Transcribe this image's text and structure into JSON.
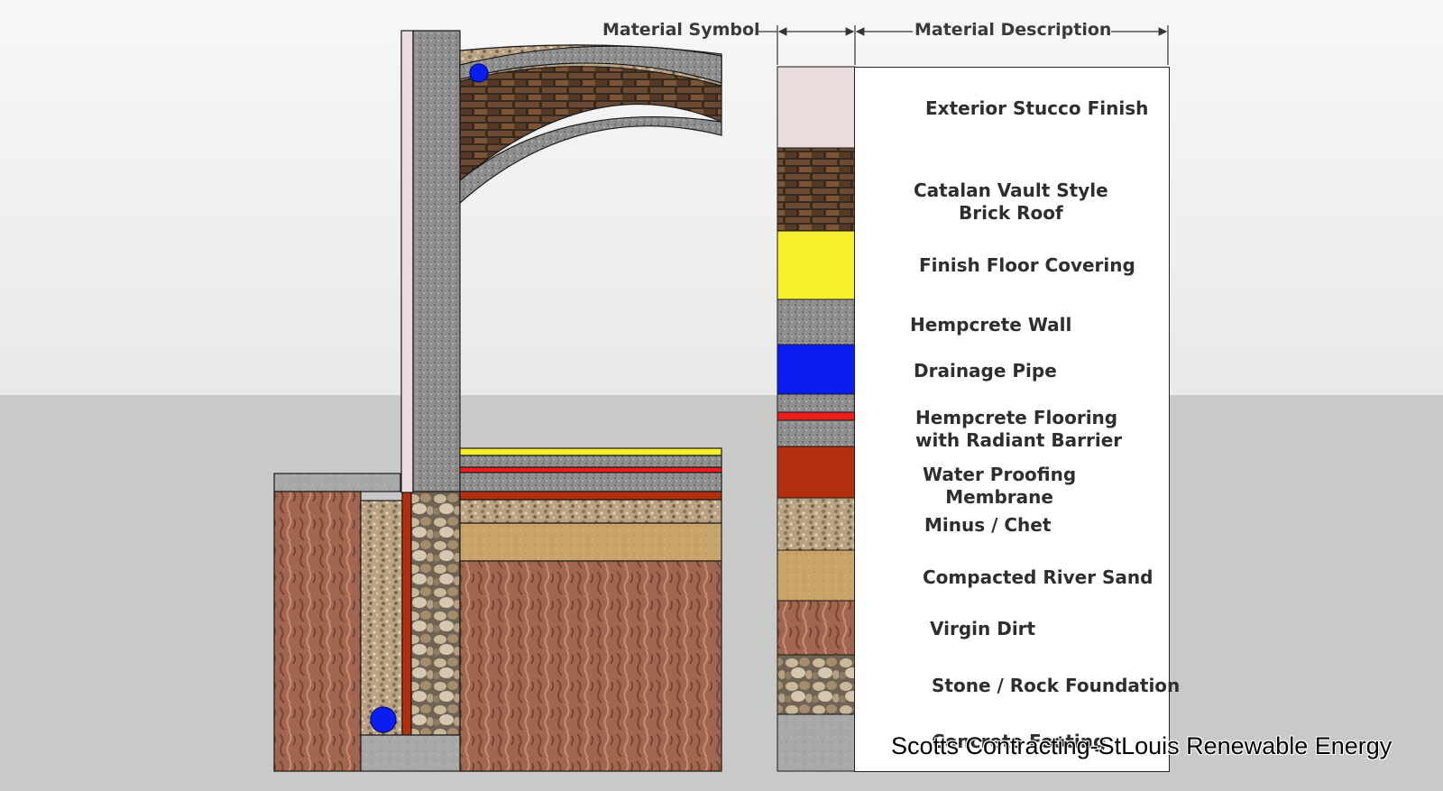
{
  "headers": {
    "material_symbol": "Material Symbol",
    "material_description": "Material Description"
  },
  "materials": [
    {
      "key": "stucco",
      "line1": "Exterior Stucco Finish",
      "line2": ""
    },
    {
      "key": "brick",
      "line1": "Catalan Vault Style",
      "line2": "Brick Roof"
    },
    {
      "key": "floor_covering",
      "line1": "Finish Floor Covering",
      "line2": ""
    },
    {
      "key": "hempcrete_wall",
      "line1": "Hempcrete Wall",
      "line2": ""
    },
    {
      "key": "drainage_pipe",
      "line1": "Drainage Pipe",
      "line2": ""
    },
    {
      "key": "hempcrete_flooring",
      "line1": "Hempcrete Flooring",
      "line2": "with Radiant Barrier"
    },
    {
      "key": "waterproofing",
      "line1": "Water Proofing",
      "line2": "Membrane"
    },
    {
      "key": "minus_chet",
      "line1": "Minus / Chet",
      "line2": ""
    },
    {
      "key": "river_sand",
      "line1": "Compacted River Sand",
      "line2": ""
    },
    {
      "key": "virgin_dirt",
      "line1": "Virgin Dirt",
      "line2": ""
    },
    {
      "key": "stone_rock",
      "line1": "Stone / Rock Foundation",
      "line2": ""
    },
    {
      "key": "concrete_footing",
      "line1": "Concrete Footing",
      "line2": ""
    }
  ],
  "colors": {
    "stucco": "#eadbdd",
    "brick": "#5a3b26",
    "floor_covering": "#f7ee2c",
    "hempcrete": "#8e8e8e",
    "drainage_pipe": "#0a1ef0",
    "radiant_barrier": "#ee1b1b",
    "waterproofing": "#b32e0c",
    "minus_chet": "#b79d7f",
    "river_sand": "#c8a46a",
    "virgin_dirt": "#a0664f",
    "stone_rock": "#9f8f75",
    "concrete": "#a5a5a5"
  },
  "watermark": "Scotts Contracting-StLouis Renewable Energy"
}
